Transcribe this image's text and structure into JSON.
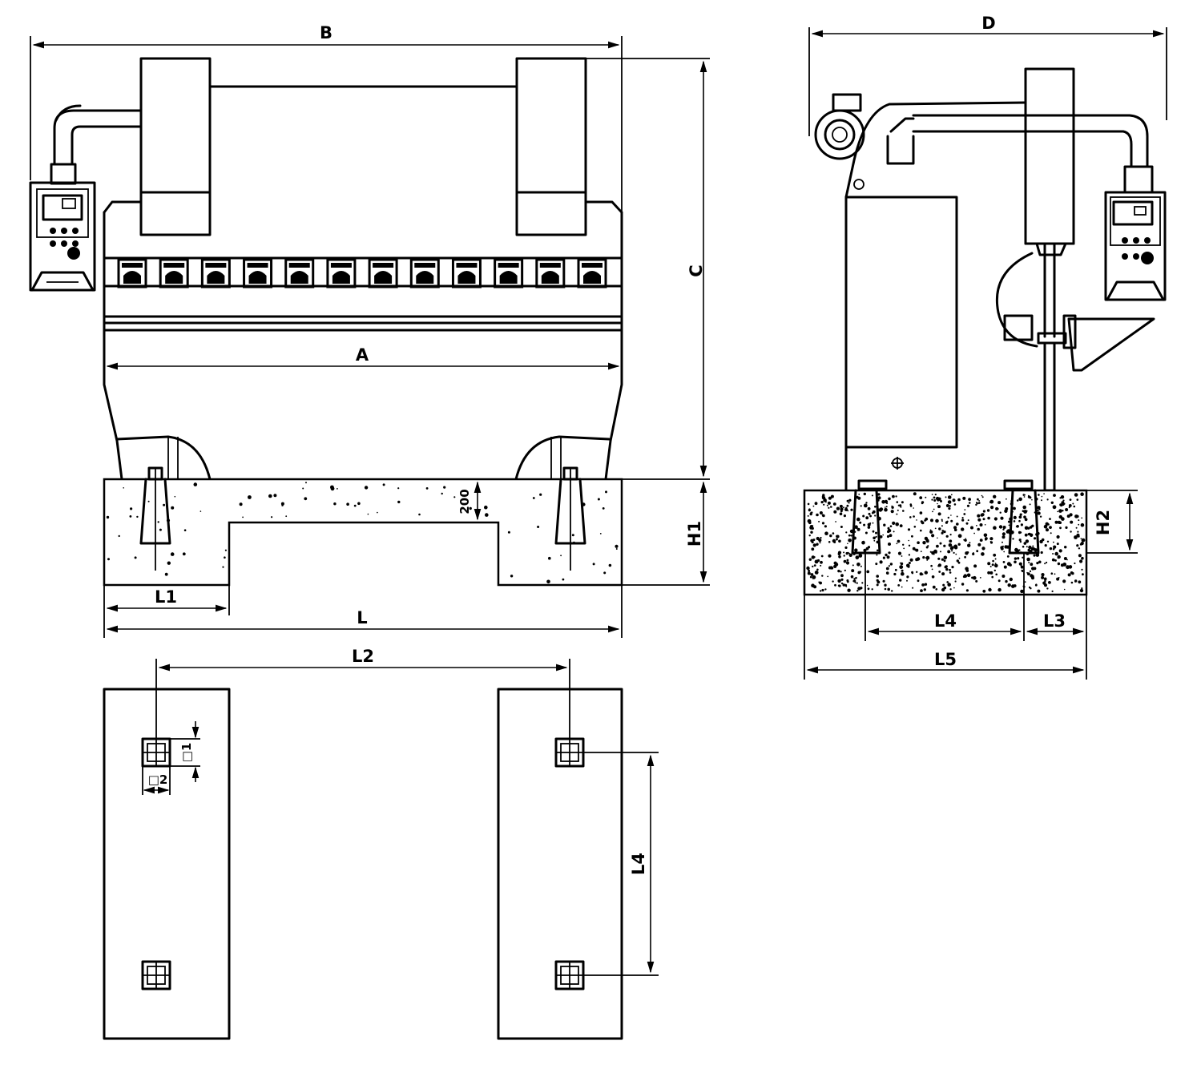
{
  "labels": {
    "B": "B",
    "C": "C",
    "A": "A",
    "D": "D",
    "H1": "H1",
    "H2": "H2",
    "L": "L",
    "L1": "L1",
    "L2": "L2",
    "L3": "L3",
    "L4_side": "L4",
    "L4_plan": "L4",
    "L5": "L5",
    "depth_200": "200",
    "sq1": "□1",
    "sq2": "□2"
  },
  "ram_cylinders_count": 12
}
